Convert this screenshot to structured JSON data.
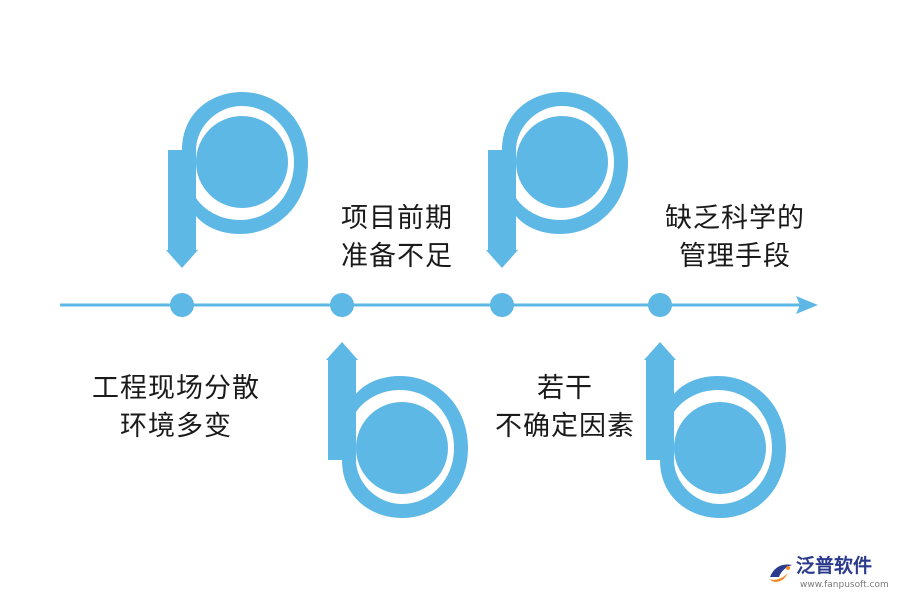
{
  "colors": {
    "accent": "#5db8e6",
    "text": "#1a1a1a",
    "logo_blue": "#2a3a8c",
    "logo_orange": "#f08a24"
  },
  "factors": [
    {
      "line1": "工程现场分散",
      "line2": "环境多变"
    },
    {
      "line1": "项目前期",
      "line2": "准备不足"
    },
    {
      "line1": "若干",
      "line2": "不确定因素"
    },
    {
      "line1": "缺乏科学的",
      "line2": "管理手段"
    }
  ],
  "logo": {
    "name": "泛普软件",
    "url": "www.fanpusoft.com",
    "icon": "bird-logo-icon"
  }
}
